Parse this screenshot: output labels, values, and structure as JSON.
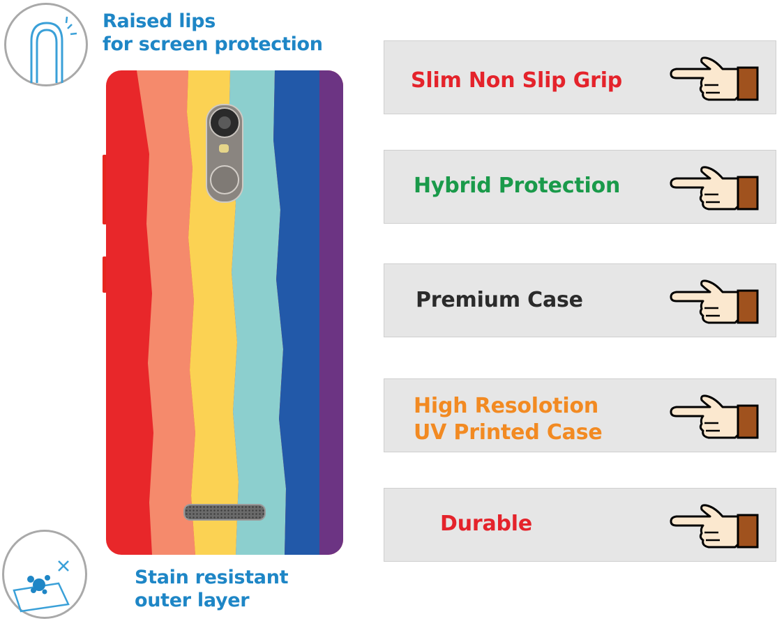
{
  "top_feature": {
    "text": "Raised lips\nfor screen protection",
    "icon": "raised-lip-icon",
    "color": "#1e86c6"
  },
  "bottom_feature": {
    "text": "Stain resistant\nouter layer",
    "icon": "stain-resistant-icon",
    "color": "#1e86c6"
  },
  "phone_case": {
    "pattern": "rainbow-stripes",
    "stripe_colors": [
      "#e8272a",
      "#f58a6c",
      "#fbd253",
      "#8ccfce",
      "#2259a9",
      "#6c3483"
    ]
  },
  "features": [
    {
      "label": "Slim Non Slip Grip",
      "color": "#e4232b",
      "icon": "pointing-hand-icon"
    },
    {
      "label": "Hybrid Protection",
      "color": "#1a9a4a",
      "icon": "pointing-hand-icon"
    },
    {
      "label": "Premium Case",
      "color": "#2b2b2b",
      "icon": "pointing-hand-icon"
    },
    {
      "label": "High Resolotion\nUV Printed Case",
      "color": "#f28a22",
      "icon": "pointing-hand-icon"
    },
    {
      "label": "Durable",
      "color": "#e4232b",
      "icon": "pointing-hand-icon"
    }
  ]
}
